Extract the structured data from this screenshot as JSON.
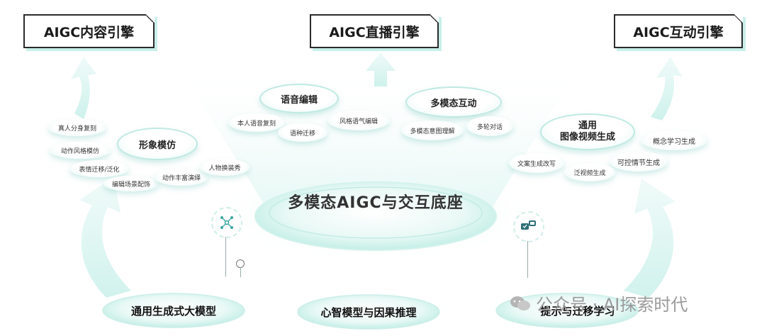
{
  "engines": {
    "content": "AIGC内容引擎",
    "live": "AIGC直播引擎",
    "interact": "AIGC互动引擎"
  },
  "modules": {
    "imitation": {
      "title": "形象模仿",
      "chips": [
        "真人分身复刻",
        "动作风格模仿",
        "表情迁移/泛化",
        "编辑场景配饰",
        "动作丰富演绎",
        "人物换装秀"
      ]
    },
    "voice": {
      "title": "语音编辑",
      "chips": [
        "本人语音复刻",
        "语种迁移",
        "风格语气编辑"
      ]
    },
    "multimodal": {
      "title": "多模态互动",
      "chips": [
        "多模态意图理解",
        "多轮对话"
      ]
    },
    "generation": {
      "title_line1": "通用",
      "title_line2": "图像视频生成",
      "chips": [
        "概念学习生成",
        "文案生成改写",
        "可控情节生成",
        "泛视频生成"
      ]
    }
  },
  "base": {
    "title": "多模态AIGC与交互底座"
  },
  "pillars": [
    "通用生成式大模型",
    "心智模型与因果推理",
    "提示与迁移学习"
  ],
  "watermark": "公众号 · AI探索时代",
  "colors": {
    "mint": "#bfeee6",
    "arrow": "#d7f4ef",
    "border": "#2b2b2b"
  },
  "icons": [
    "network-icon",
    "social-icons"
  ]
}
